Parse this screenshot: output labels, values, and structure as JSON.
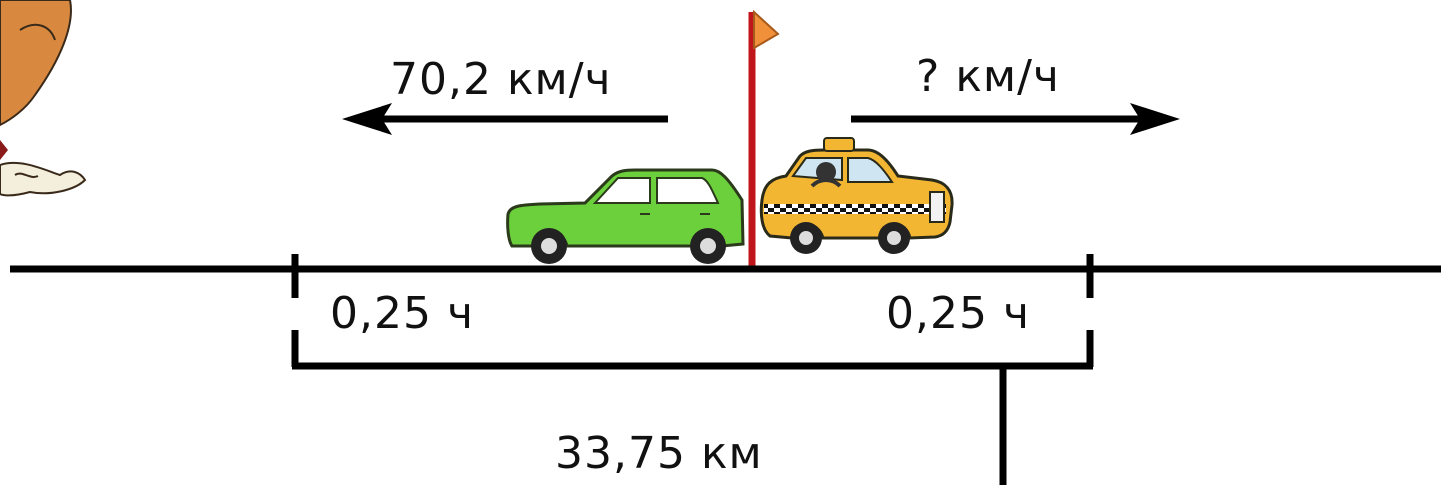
{
  "speed_left": "70,2 км/ч",
  "speed_right": "? км/ч",
  "time_left": "0,25 ч",
  "time_right": "0,25 ч",
  "distance": "33,75 км",
  "icons": [
    "cartoon-character-icon",
    "flag-icon",
    "green-car-icon",
    "taxi-icon",
    "left-arrow-icon",
    "right-arrow-icon"
  ],
  "colors": {
    "line": "#000000",
    "pole": "#c0161b",
    "flag": "#f0903a",
    "green_car": "#6ccf3c",
    "taxi": "#f2b632",
    "character": "#d9893f"
  }
}
